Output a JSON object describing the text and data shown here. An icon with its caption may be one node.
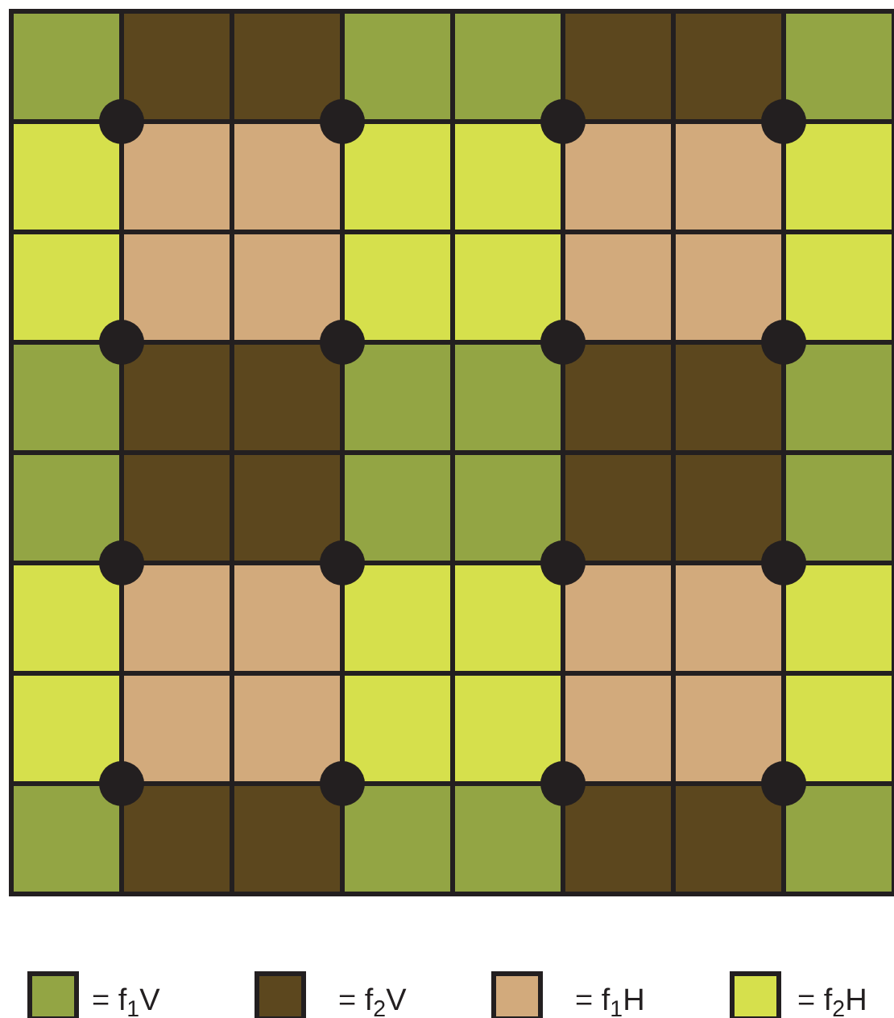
{
  "diagram": {
    "legend": [
      {
        "text": "= f$_{1}$V",
        "color": "#93a544"
      },
      {
        "text": "= f$_{2}$V",
        "color": "#5c471e"
      },
      {
        "text": "= f$_{1}$H",
        "color": "#d2aa7c"
      },
      {
        "text": "= f$_{2}$H",
        "color": "#d6e04c"
      }
    ]
  }
}
